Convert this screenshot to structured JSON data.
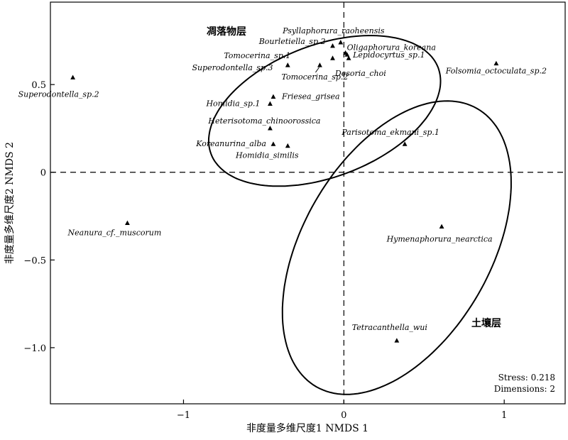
{
  "chart_data": {
    "type": "scatter",
    "xlabel": "非度量多维尺度1 NMDS 1",
    "ylabel": "非度量多维尺度2 NMDS 2",
    "xlim": [
      -1.83,
      1.38
    ],
    "ylim": [
      -1.32,
      0.97
    ],
    "xticks": [
      -1,
      0,
      1
    ],
    "yticks": [
      -1.0,
      -0.5,
      0,
      0.5
    ],
    "ytick_labels": [
      "−1.0",
      "−0.5",
      "0",
      "0.5"
    ],
    "xtick_labels": [
      "−1",
      "0",
      "1"
    ],
    "reference_lines": {
      "x": 0,
      "y": 0,
      "style": "dashed"
    },
    "points": [
      {
        "label": "Superodontella_sp.2",
        "x": -1.69,
        "y": 0.54
      },
      {
        "label": "Neanura_cf._muscorum",
        "x": -1.35,
        "y": -0.29
      },
      {
        "label": "Psyllaphorura_raoheensis",
        "x": -0.02,
        "y": 0.74
      },
      {
        "label": "Bourletiella_sp.2",
        "x": -0.07,
        "y": 0.72
      },
      {
        "label": "Oligaphorura_koreana",
        "x": 0.01,
        "y": 0.68
      },
      {
        "label": "Lepidocyrtus_sp.1",
        "x": 0.03,
        "y": 0.65
      },
      {
        "label": "Tomocerina_sp.1",
        "x": -0.35,
        "y": 0.61
      },
      {
        "label": "Superodontella_sp.3",
        "x": -0.07,
        "y": 0.65
      },
      {
        "label": "Tomocerina_sp.2",
        "x": -0.15,
        "y": 0.61
      },
      {
        "label": "Desoria_choi",
        "x": 0.02,
        "y": 0.67
      },
      {
        "label": "Folsomia_octoculata_sp.2",
        "x": 0.95,
        "y": 0.62
      },
      {
        "label": "Friesea_grisea",
        "x": -0.44,
        "y": 0.43
      },
      {
        "label": "Homidia_sp.1",
        "x": -0.46,
        "y": 0.39
      },
      {
        "label": "Heterisotoma_chinoorossica",
        "x": -0.46,
        "y": 0.25
      },
      {
        "label": "Koreanurina_alba",
        "x": -0.44,
        "y": 0.16
      },
      {
        "label": "Homidia_similis",
        "x": -0.35,
        "y": 0.15
      },
      {
        "label": "Parisotoma_ekmani_sp.1",
        "x": 0.38,
        "y": 0.16
      },
      {
        "label": "Hymenaphorura_nearctica",
        "x": 0.61,
        "y": -0.31
      },
      {
        "label": "Tetracanthella_wui",
        "x": 0.33,
        "y": -0.96
      }
    ],
    "groups": [
      {
        "name": "凋落物层",
        "ellipse": {
          "cx": -0.12,
          "cy": 0.35,
          "rx": 0.75,
          "ry": 0.38,
          "angle": 18
        }
      },
      {
        "name": "土壤层",
        "ellipse": {
          "cx": 0.33,
          "cy": -0.43,
          "rx": 0.94,
          "ry": 0.57,
          "angle": 55
        }
      }
    ],
    "annotation": {
      "stress": "Stress: 0.218",
      "dimensions": "Dimensions: 2"
    },
    "marker": "triangle",
    "grid": false
  }
}
